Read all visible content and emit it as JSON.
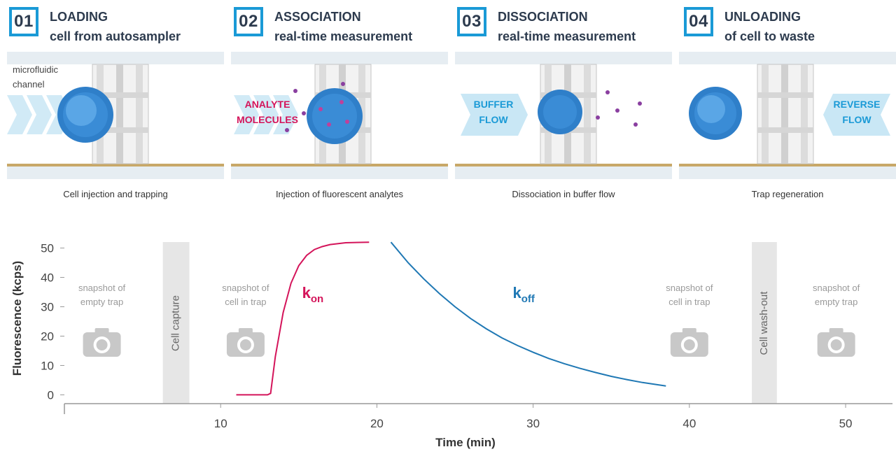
{
  "steps": [
    {
      "num": "01",
      "title1": "LOADING",
      "title2": "cell from autosampler",
      "caption": "Cell injection and trapping",
      "label": "microfluidic\nchannel"
    },
    {
      "num": "02",
      "title1": "ASSOCIATION",
      "title2": "real-time measurement",
      "caption": "Injection of fluorescent analytes",
      "label": "ANALYTE\nMOLECULES"
    },
    {
      "num": "03",
      "title1": "DISSOCIATION",
      "title2": "real-time measurement",
      "caption": "Dissociation in buffer flow",
      "label": "BUFFER\nFLOW"
    },
    {
      "num": "04",
      "title1": "UNLOADING",
      "title2": "of cell to waste",
      "caption": "Trap regeneration",
      "label": "REVERSE\nFLOW"
    }
  ],
  "colors": {
    "accent": "#1a9ad6",
    "kon": "#d4145a",
    "koff": "#1f78b4",
    "gray_band": "#e6e6e6",
    "annotation": "#9a9a9a"
  },
  "chart_data": {
    "type": "line",
    "xlabel": "Time (min)",
    "ylabel": "Fluorescence (kcps)",
    "xlim": [
      0,
      53
    ],
    "ylim": [
      -3,
      53
    ],
    "xticks": [
      10,
      20,
      30,
      40,
      50
    ],
    "yticks": [
      0,
      10,
      20,
      30,
      40,
      50
    ],
    "grid": false,
    "series": [
      {
        "name": "kon",
        "color": "#d4145a",
        "x": [
          11,
          12,
          13,
          13.2,
          13.5,
          14,
          14.5,
          15,
          15.5,
          16,
          16.5,
          17,
          18,
          19.5
        ],
        "y": [
          0,
          0,
          0,
          0.5,
          13,
          28,
          38,
          44,
          47.5,
          49.5,
          50.5,
          51.2,
          51.8,
          52
        ]
      },
      {
        "name": "koff",
        "color": "#1f78b4",
        "x": [
          20.9,
          22,
          23,
          24,
          25,
          26,
          27,
          28,
          29,
          30,
          31,
          32,
          33,
          34,
          35,
          36,
          37,
          38.5
        ],
        "y": [
          52,
          45,
          39.5,
          34.5,
          30,
          26,
          22.5,
          19.4,
          16.8,
          14.5,
          12.4,
          10.6,
          9,
          7.6,
          6.3,
          5.2,
          4.2,
          3
        ]
      }
    ],
    "bands": [
      {
        "label": "Cell capture",
        "x": [
          6.3,
          8
        ]
      },
      {
        "label": "Cell wash-out",
        "x": [
          44,
          45.6
        ]
      }
    ],
    "annotations": [
      {
        "text": "snapshot of\nempty trap",
        "x": 2.4
      },
      {
        "text": "snapshot of\ncell in trap",
        "x": 11.6
      },
      {
        "text": "snapshot of\ncell in trap",
        "x": 40
      },
      {
        "text": "snapshot of\nempty trap",
        "x": 49.4
      }
    ],
    "rate_labels": [
      {
        "k": "k",
        "sub": "on",
        "x": 15.9,
        "y": 33
      },
      {
        "k": "k",
        "sub": "off",
        "x": 29.4,
        "y": 33
      }
    ]
  }
}
